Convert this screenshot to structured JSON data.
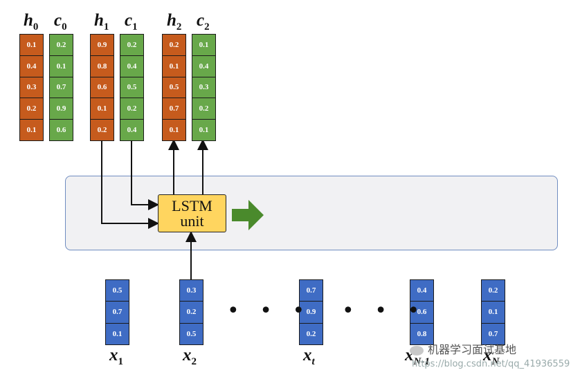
{
  "hidden_states": [
    {
      "label_main": "h",
      "label_sub": "0",
      "values": [
        "0.1",
        "0.4",
        "0.3",
        "0.2",
        "0.1"
      ]
    },
    {
      "label_main": "h",
      "label_sub": "1",
      "values": [
        "0.9",
        "0.8",
        "0.6",
        "0.1",
        "0.2"
      ]
    },
    {
      "label_main": "h",
      "label_sub": "2",
      "values": [
        "0.2",
        "0.1",
        "0.5",
        "0.7",
        "0.1"
      ]
    }
  ],
  "cell_states": [
    {
      "label_main": "c",
      "label_sub": "0",
      "values": [
        "0.2",
        "0.1",
        "0.7",
        "0.9",
        "0.6"
      ]
    },
    {
      "label_main": "c",
      "label_sub": "1",
      "values": [
        "0.2",
        "0.4",
        "0.5",
        "0.2",
        "0.4"
      ]
    },
    {
      "label_main": "c",
      "label_sub": "2",
      "values": [
        "0.1",
        "0.4",
        "0.3",
        "0.2",
        "0.1"
      ]
    }
  ],
  "lstm_unit": {
    "line1": "LSTM",
    "line2": "unit"
  },
  "inputs": [
    {
      "label_main": "x",
      "label_sub": "1",
      "values": [
        "0.5",
        "0.7",
        "0.1"
      ]
    },
    {
      "label_main": "x",
      "label_sub": "2",
      "values": [
        "0.3",
        "0.2",
        "0.5"
      ]
    },
    {
      "label_main": "x",
      "label_sub": "t",
      "values": [
        "0.7",
        "0.9",
        "0.2"
      ]
    },
    {
      "label_main": "x",
      "label_sub": "N-1",
      "values": [
        "0.4",
        "0.6",
        "0.8"
      ]
    },
    {
      "label_main": "x",
      "label_sub": "N",
      "values": [
        "0.2",
        "0.1",
        "0.7"
      ]
    }
  ],
  "ellipsis": "• • •",
  "watermark": {
    "text": "机器学习面试基地",
    "url": "https://blog.csdn.net/qq_41936559"
  },
  "colors": {
    "hidden": "#c65b1d",
    "cell": "#68a84a",
    "input": "#3f6cc4",
    "lstm": "#ffd55f",
    "arrow": "#4a8a2c"
  }
}
